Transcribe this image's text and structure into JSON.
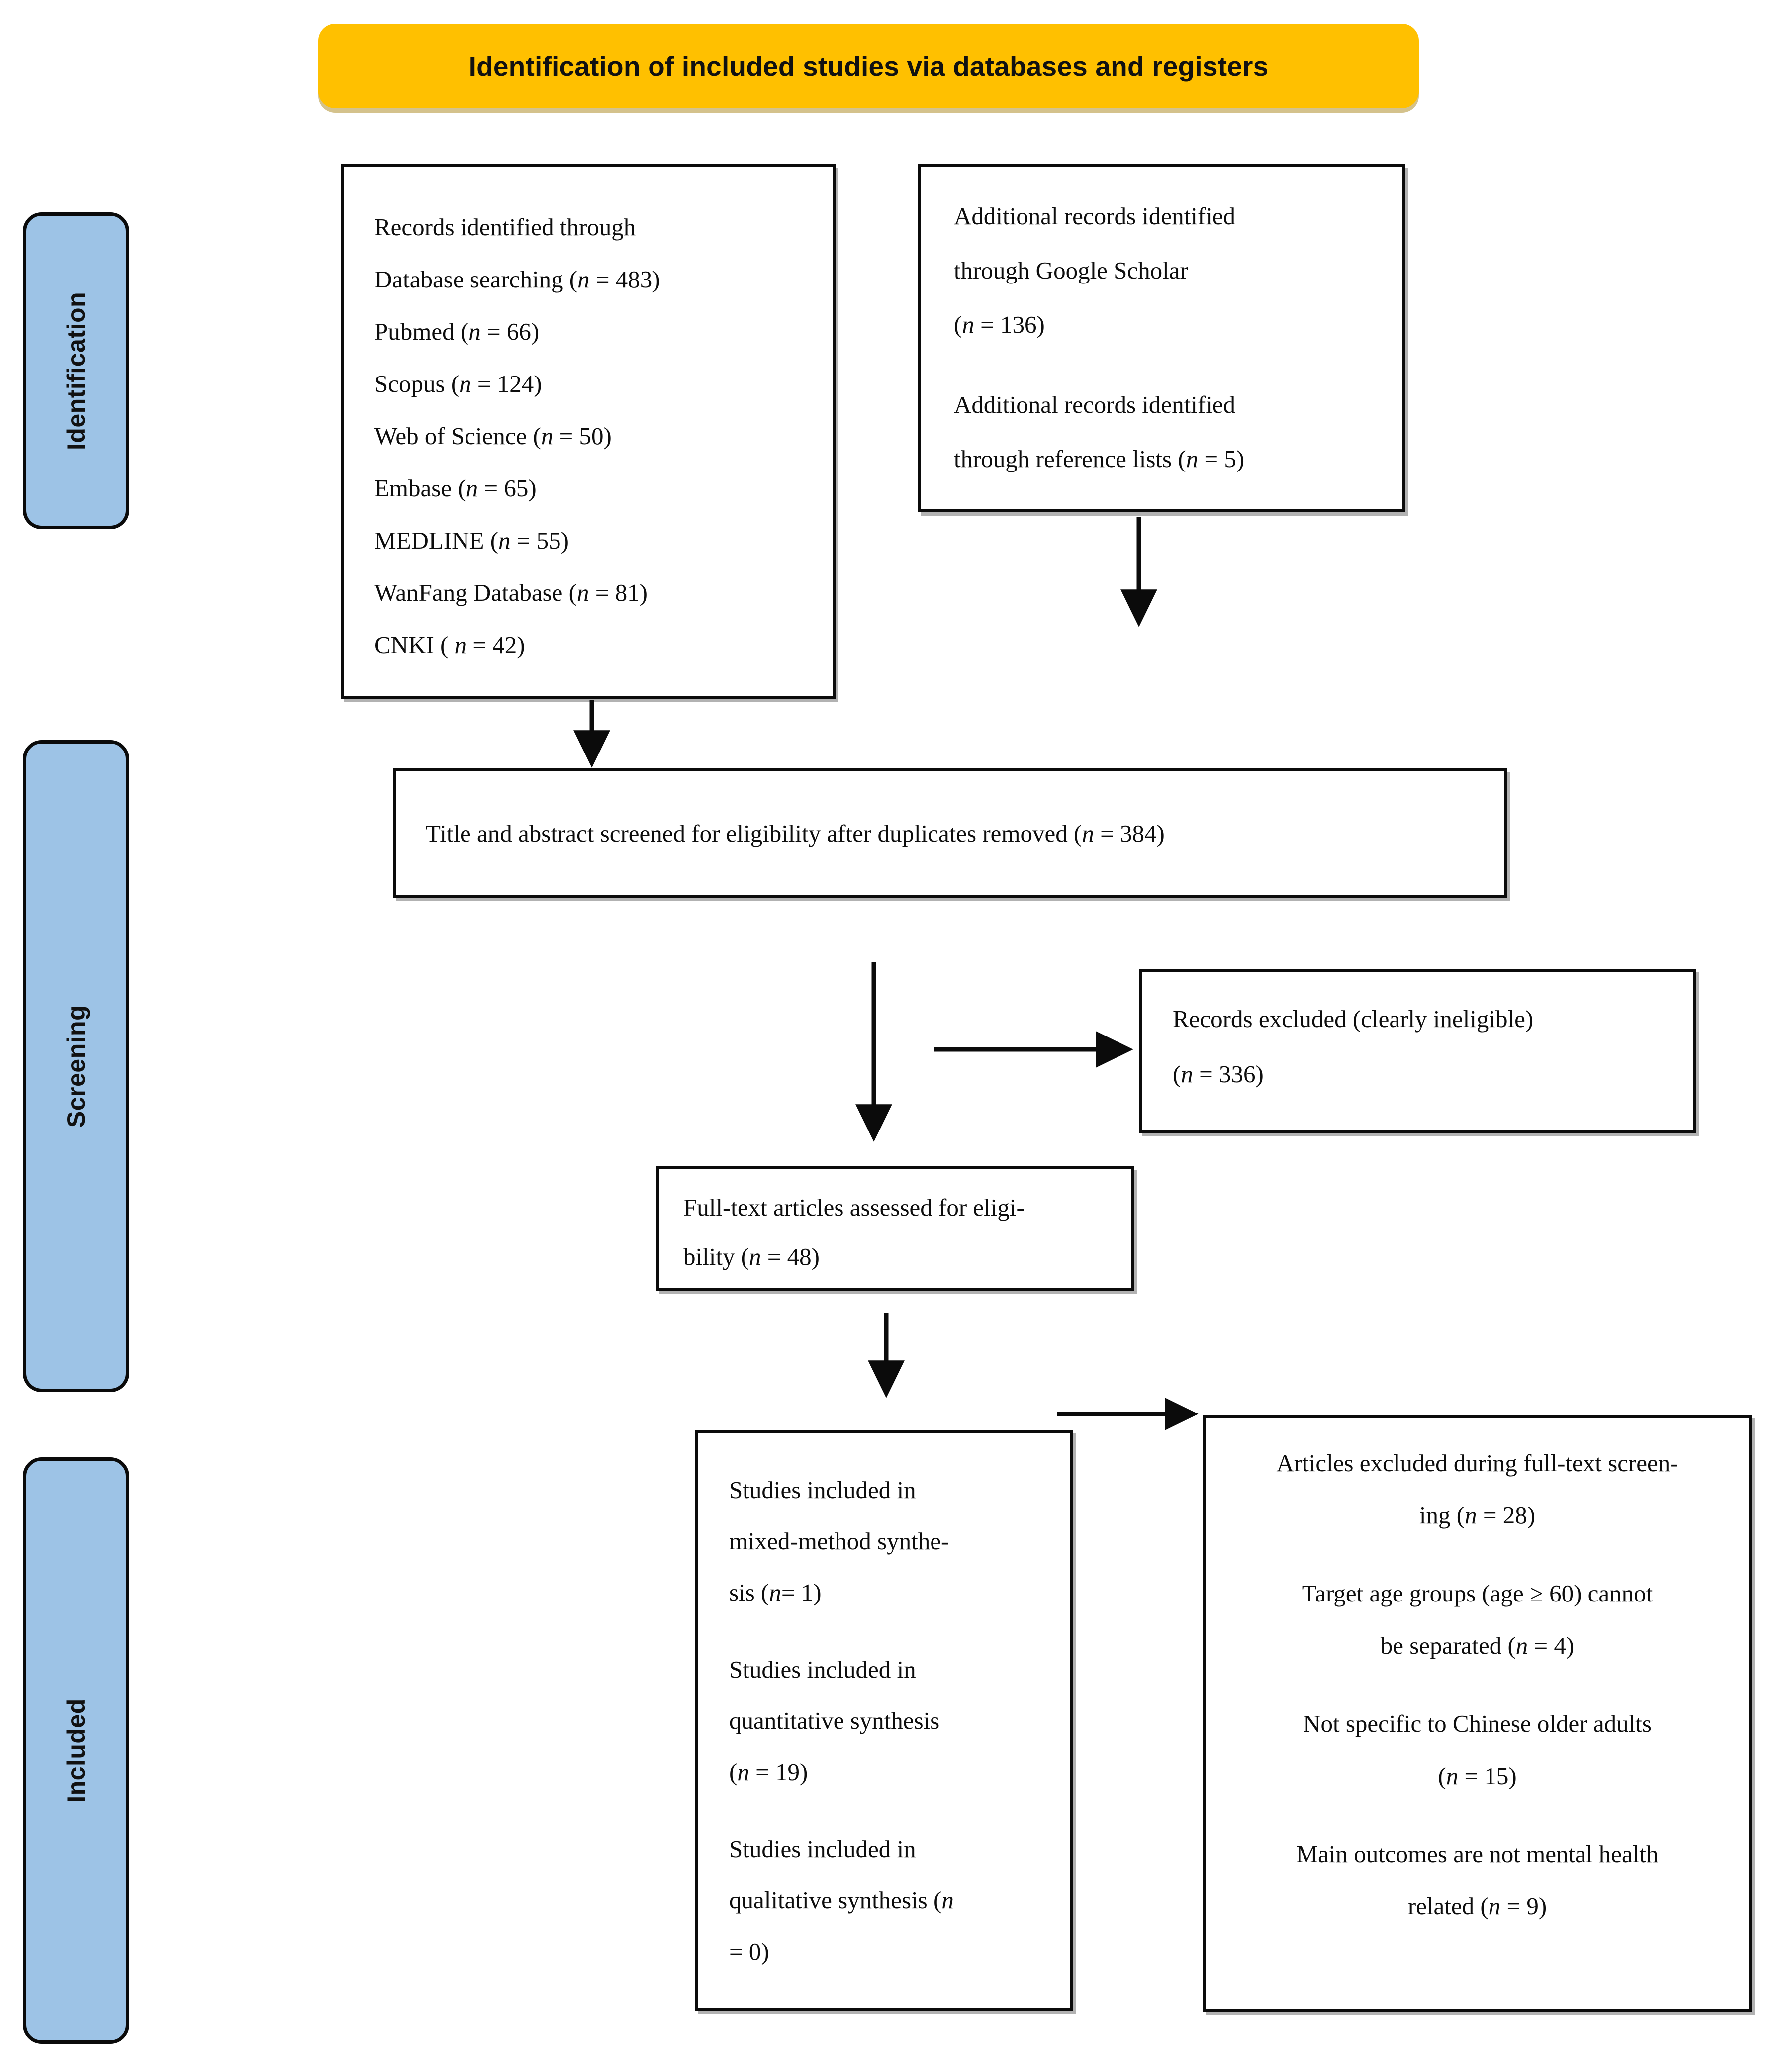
{
  "header": {
    "title": "Identification of included studies via databases and registers",
    "bg_color": "#FFC000"
  },
  "phases": {
    "bg_color": "#9DC3E6",
    "identification": "Identification",
    "screening": "Screening",
    "included": "Included"
  },
  "boxes": {
    "database_records": {
      "lines": [
        "Records identified through",
        "Database searching (n = 483)",
        "Pubmed (n = 66)",
        "Scopus (n = 124)",
        "Web of Science (n = 50)",
        "Embase (n = 65)",
        "MEDLINE (n = 55)",
        "WanFang Database (n = 81)",
        "CNKI ( n = 42)"
      ],
      "counts": {
        "database_searching": 483,
        "pubmed": 66,
        "scopus": 124,
        "web_of_science": 50,
        "embase": 65,
        "medline": 55,
        "wanfang": 81,
        "cnki": 42
      }
    },
    "additional_records": {
      "lines": [
        "Additional records identified",
        "through Google Scholar",
        "(n = 136)",
        "",
        "Additional records identified",
        "through reference lists (n = 5)"
      ],
      "counts": {
        "google_scholar": 136,
        "reference_lists": 5
      }
    },
    "screened": {
      "line": "Title and abstract screened for eligibility after duplicates removed (n = 384)",
      "count": 384
    },
    "excluded_records": {
      "lines": [
        "Records excluded (clearly ineligible)",
        "(n = 336)"
      ],
      "count": 336
    },
    "fulltext_assessed": {
      "lines": [
        "Full-text articles assessed for eligi-",
        "bility (n = 48)"
      ],
      "count": 48
    },
    "included_studies": {
      "lines": [
        "Studies included in",
        "mixed-method synthe-",
        "sis (n= 1)",
        "",
        "Studies included in",
        "quantitative synthesis",
        "(n = 19)",
        "",
        "Studies included in",
        "qualitative synthesis (n",
        "= 0)"
      ],
      "counts": {
        "mixed_method": 1,
        "quantitative": 19,
        "qualitative": 0
      }
    },
    "excluded_fulltext": {
      "lines": [
        "Articles excluded during full-text screen-",
        "ing (n = 28)",
        "",
        "Target age groups (age ≥ 60) cannot",
        "be separated (n = 4)",
        "",
        "Not specific to Chinese older adults",
        "(n = 15)",
        "",
        "Main outcomes are not mental health",
        "related (n = 9)"
      ],
      "counts": {
        "total": 28,
        "age_group": 4,
        "not_chinese": 15,
        "not_mental_health": 9
      }
    }
  }
}
